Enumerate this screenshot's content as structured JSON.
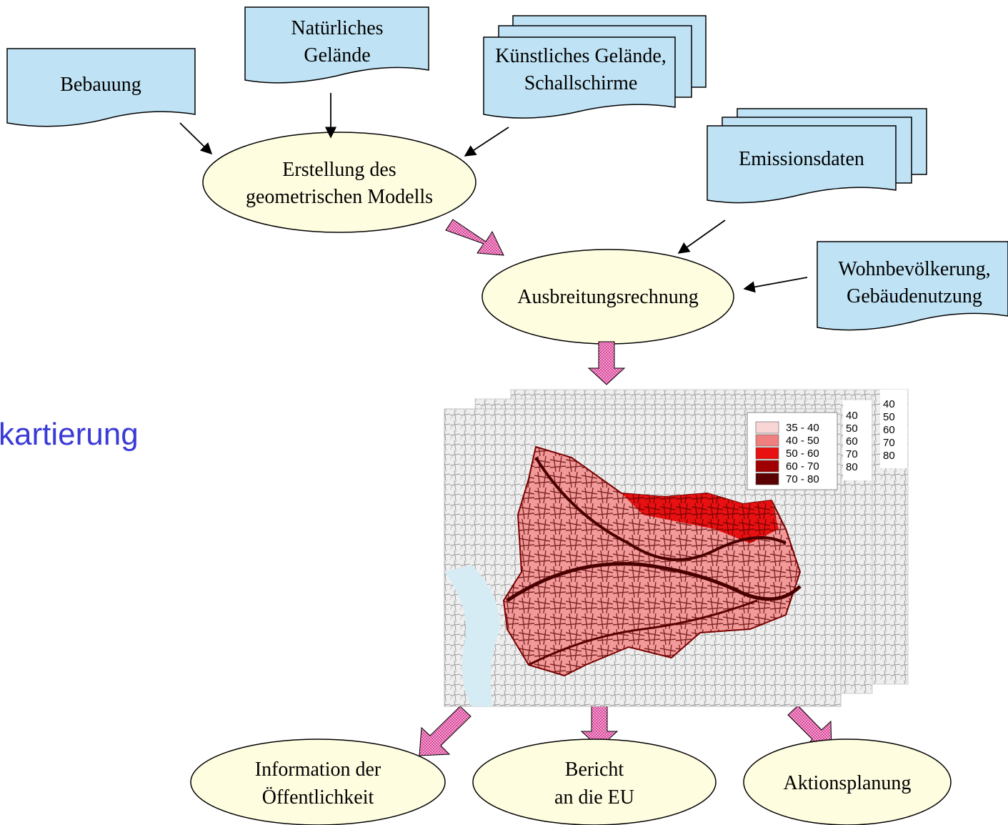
{
  "title_fragment": "kartierung",
  "inputs": {
    "bebauung": "Bebauung",
    "natuerliches_l1": "Natürliches",
    "natuerliches_l2": "Gelände",
    "kuenstliches_l1": "Künstliches Gelände,",
    "kuenstliches_l2": "Schallschirme",
    "emissionsdaten": "Emissionsdaten",
    "wohn_l1": "Wohnbevölkerung,",
    "wohn_l2": "Gebäudenutzung"
  },
  "processes": {
    "erstellung_l1": "Erstellung des",
    "erstellung_l2": "geometrischen Modells",
    "ausbreitung": "Ausbreitungsrechnung"
  },
  "outputs": {
    "info_l1": "Information der",
    "info_l2": "Öffentlichkeit",
    "bericht_l1": "Bericht",
    "bericht_l2": "an die EU",
    "aktion": "Aktionsplanung"
  },
  "map_legend": {
    "items": [
      {
        "label": "35 - 40",
        "color": "#f9d6d6"
      },
      {
        "label": "40 - 50",
        "color": "#f08080"
      },
      {
        "label": "50 - 60",
        "color": "#e81010"
      },
      {
        "label": "60 - 70",
        "color": "#a00000"
      },
      {
        "label": "70 - 80",
        "color": "#5a0000"
      }
    ],
    "back_labels": [
      "40",
      "50",
      "60",
      "70",
      "80"
    ]
  },
  "colors": {
    "doc_fill": "#bfe3f5",
    "ellipse_fill": "#fffde0",
    "title_color": "#3a3ad6",
    "big_arrow": "#e87ab6"
  }
}
